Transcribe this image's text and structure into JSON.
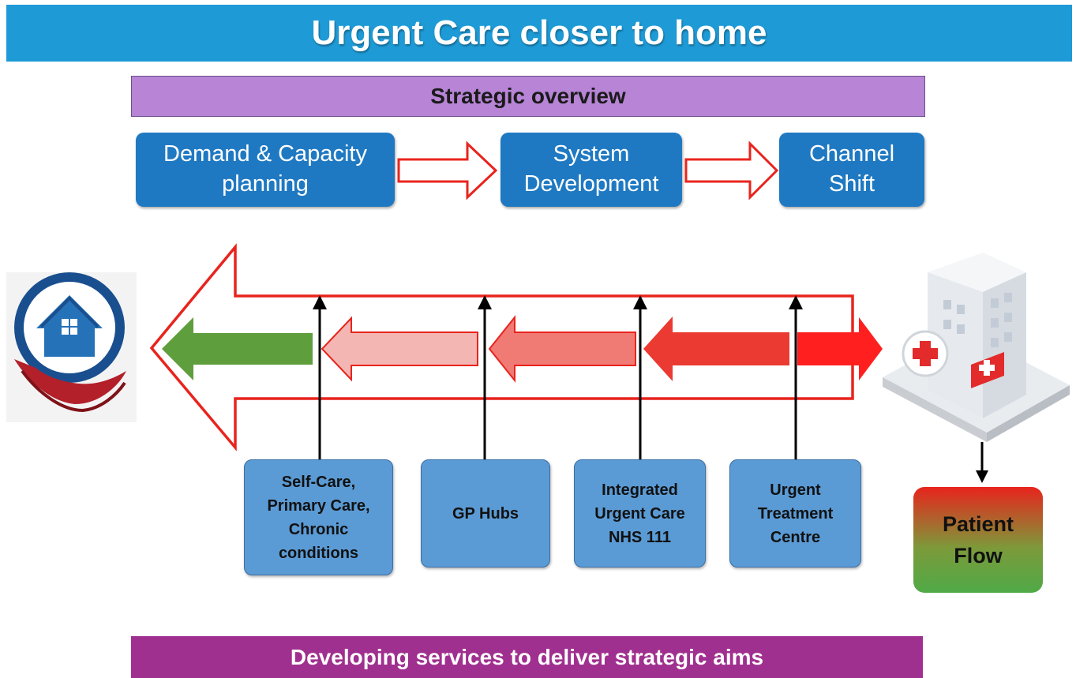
{
  "title": "Urgent Care closer to home",
  "strategic_header": "Strategic overview",
  "stages": [
    {
      "line1": "Demand & Capacity",
      "line2": "planning"
    },
    {
      "line1": "System",
      "line2": "Development"
    },
    {
      "line1": "Channel",
      "line2": "Shift"
    }
  ],
  "services": [
    {
      "lines": [
        "Self-Care,",
        "Primary  Care,",
        "Chronic",
        "conditions"
      ]
    },
    {
      "lines": [
        "GP Hubs"
      ]
    },
    {
      "lines": [
        "Integrated",
        "Urgent Care",
        "NHS 111"
      ]
    },
    {
      "lines": [
        "Urgent",
        "Treatment",
        "Centre"
      ]
    }
  ],
  "patient_flow": {
    "line1": "Patient",
    "line2": "Flow"
  },
  "footer": "Developing services  to deliver strategic aims",
  "colors": {
    "title_bar": "#1e9bd7",
    "strategic_bar": "#b784d6",
    "stage_box": "#1f79c2",
    "service_box": "#5b9bd5",
    "big_arrow_outline": "#e8241d",
    "arrow_green": "#5f9e3c",
    "arrow_light_pink": "#f4b6b2",
    "arrow_pink": "#f07a74",
    "arrow_red": "#ea3a32",
    "footer_bar": "#a0308f"
  },
  "icons": [
    "home-care-icon",
    "hospital-icon"
  ]
}
